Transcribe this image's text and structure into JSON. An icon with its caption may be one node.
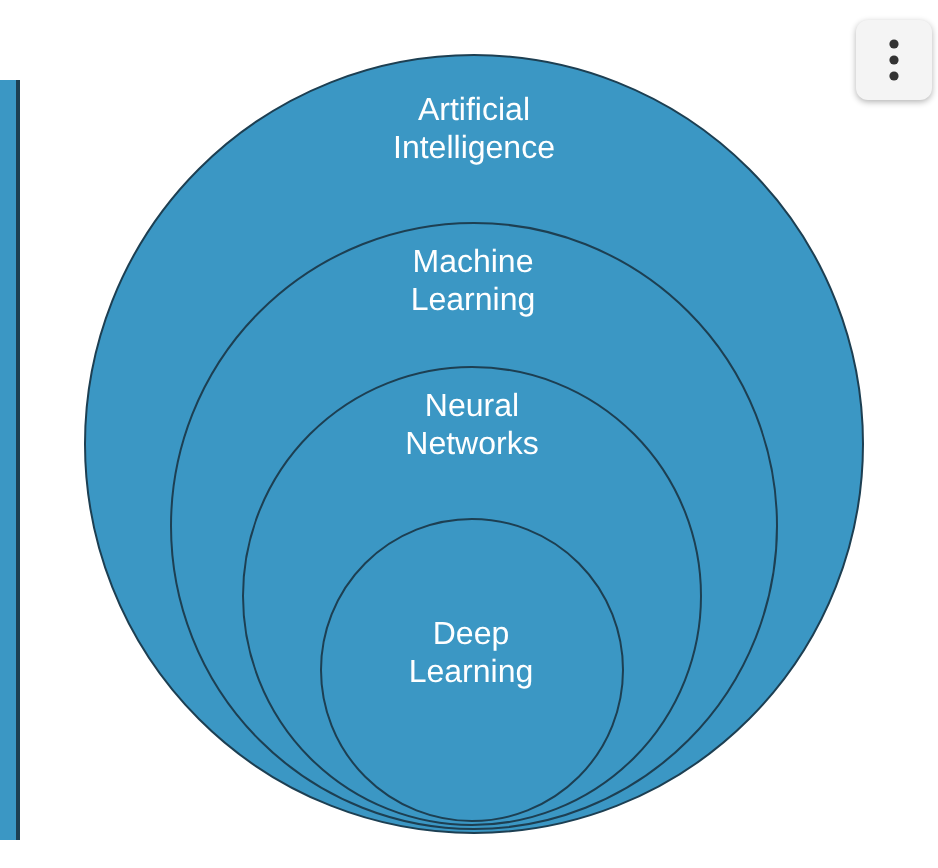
{
  "diagram": {
    "nodes": [
      {
        "text": [
          "Artificial Intelligence"
        ]
      },
      {
        "text": [
          "Machine Learning"
        ],
        "in": 0
      },
      {
        "text": [
          "Neural Networks"
        ],
        "in": 1
      },
      {
        "text": [
          "Deep Learning"
        ],
        "in": 2
      }
    ],
    "edges": []
  }
}
